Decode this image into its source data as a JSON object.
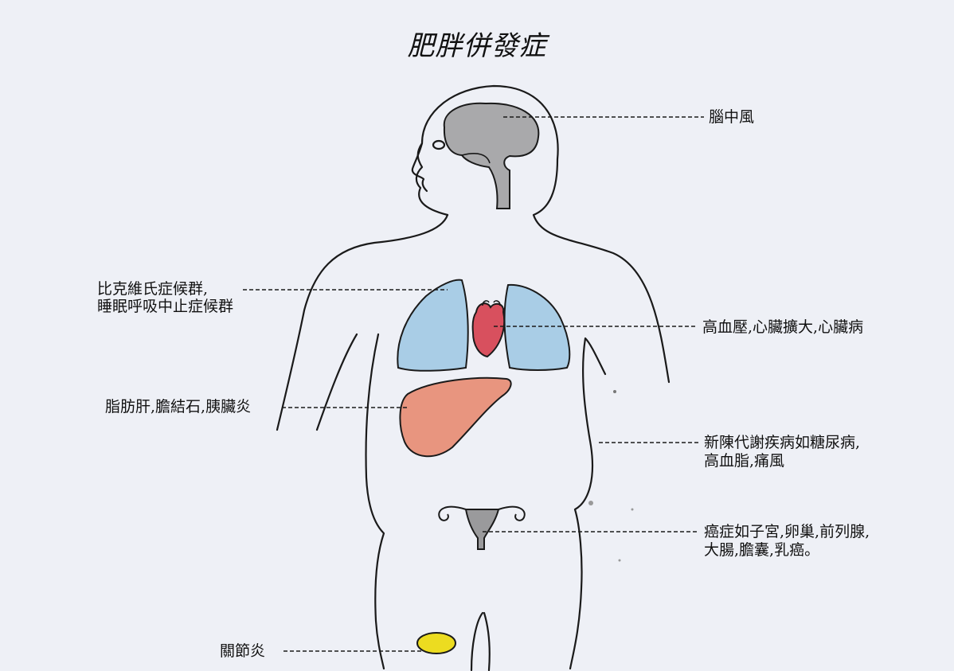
{
  "title": "肥胖併發症",
  "labels": {
    "stroke": "腦中風",
    "sleep_apnea_line1": "比克維氏症候群,",
    "sleep_apnea_line2": "睡眠呼吸中止症候群",
    "heart": "高血壓,心臟擴大,心臟病",
    "liver": "脂肪肝,膽結石,胰臟炎",
    "metabolic_line1": "新陳代謝疾病如糖尿病,",
    "metabolic_line2": "高血脂,痛風",
    "cancer_line1": "癌症如子宮,卵巢,前列腺,",
    "cancer_line2": "大腸,膽囊,乳癌。",
    "arthritis": "關節炎"
  },
  "colors": {
    "brain": "#a9a9ab",
    "lungs": "#a9cde6",
    "heart": "#d8505e",
    "liver": "#e8957f",
    "uterus": "#9a9a9c",
    "knee": "#ecdc20",
    "outline": "#1a1a1a"
  }
}
